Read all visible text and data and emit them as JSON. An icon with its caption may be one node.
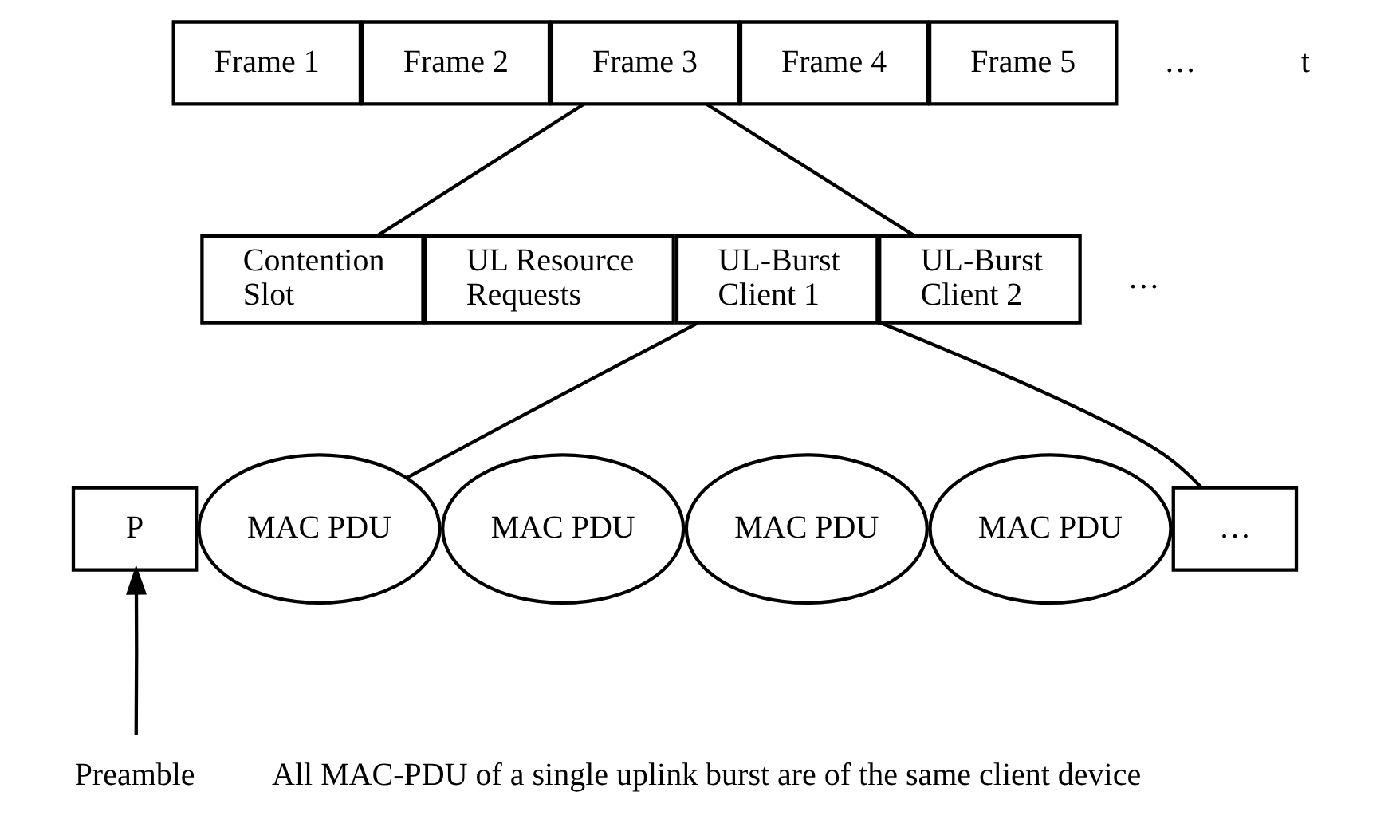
{
  "diagram": {
    "nodes": [
      {
        "text": [
          "Frame 1"
        ]
      },
      {
        "text": [
          "Frame 2"
        ]
      },
      {
        "text": [
          "Frame 3"
        ]
      },
      {
        "text": [
          "Frame 4"
        ]
      },
      {
        "text": [
          "Frame 5"
        ]
      },
      {
        "text": [
          "Contention Slot"
        ]
      },
      {
        "text": [
          "UL Resource Requests"
        ]
      },
      {
        "text": [
          "UL-Burst Client 1"
        ]
      },
      {
        "text": [
          "UL-Burst Client 2"
        ]
      },
      {
        "text": [
          "P"
        ]
      },
      {
        "text": [
          "MAC PDU"
        ]
      },
      {
        "text": [
          "MAC PDU"
        ]
      },
      {
        "text": [
          "MAC PDU"
        ]
      },
      {
        "text": [
          "MAC PDU"
        ]
      },
      {
        "text": [
          "…"
        ]
      },
      {
        "text": [
          "Preamble"
        ]
      }
    ],
    "edges": [
      {
        "from": 2,
        "to": 5,
        "arrow": "none"
      },
      {
        "from": 2,
        "to": 8,
        "arrow": "none"
      },
      {
        "from": 7,
        "to": 10,
        "arrow": "none"
      },
      {
        "from": 7,
        "to": 14,
        "arrow": "none"
      },
      {
        "from": 15,
        "to": 9,
        "arrow": "to"
      }
    ],
    "labels": [
      "…",
      "t",
      "…",
      "All MAC-PDU of a single uplink burst are of the same client device"
    ]
  }
}
